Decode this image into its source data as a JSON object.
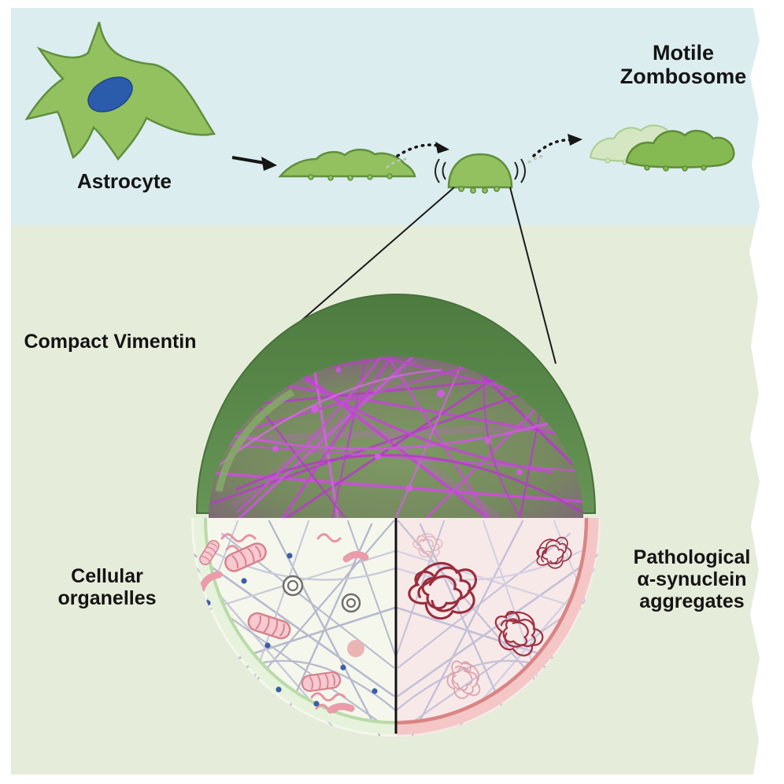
{
  "figure": {
    "kind": "graphical-abstract-diagram",
    "labels": {
      "astrocyte": "Astrocyte",
      "motile_zombosome": "Motile\nZombosome",
      "compact_vimentin": "Compact Vimentin",
      "cellular_organelles": "Cellular\norganelles",
      "pathological_aggregates": "Pathological\nα-synuclein\naggregates"
    },
    "icons": {
      "astrocyte_cell": "star-shaped-green-cell-with-blue-nucleus",
      "transition_arrow": "solid-black-right-arrow",
      "spreading_cell": "flattened-green-cell",
      "detaching_cell": "dome-shaped-green-cell-with-vibration-marks",
      "motile_blobs": "two-overlapping-green-blobs",
      "dashed_arrows": "dotted-curved-black-arrows",
      "zoom_lines": "magnification-guide-lines",
      "vimentin_cage": "green-dome-with-magenta-filament-mesh",
      "organelle_half": "pale-half-with-pink-mitochondria-and-vesicles",
      "aggregate_half": "pink-half-with-dark-red-tangles"
    },
    "colors": {
      "top_band": "#dcedef",
      "bottom_band": "#e6ecda",
      "cell_green": "#93c15f",
      "cell_green_dark": "#5f8f3f",
      "nucleus_blue": "#2b5cab",
      "dome_rim_green": "#558747",
      "mesh_base_green": "#6f8f55",
      "vimentin_magenta": "#c246d4",
      "bottom_left_bg": "#f5f7ec",
      "bottom_right_bg": "#f8e9e9",
      "mesh_gray": "#b6b9cd",
      "mesh_lavender": "#c4c0d7",
      "organelle_pink": "#f0b8c2",
      "aggregate_dark_red": "#9a2d3e",
      "left_rim_green": "#b9dba8",
      "right_rim_red": "#d98585",
      "text": "#141414"
    }
  }
}
